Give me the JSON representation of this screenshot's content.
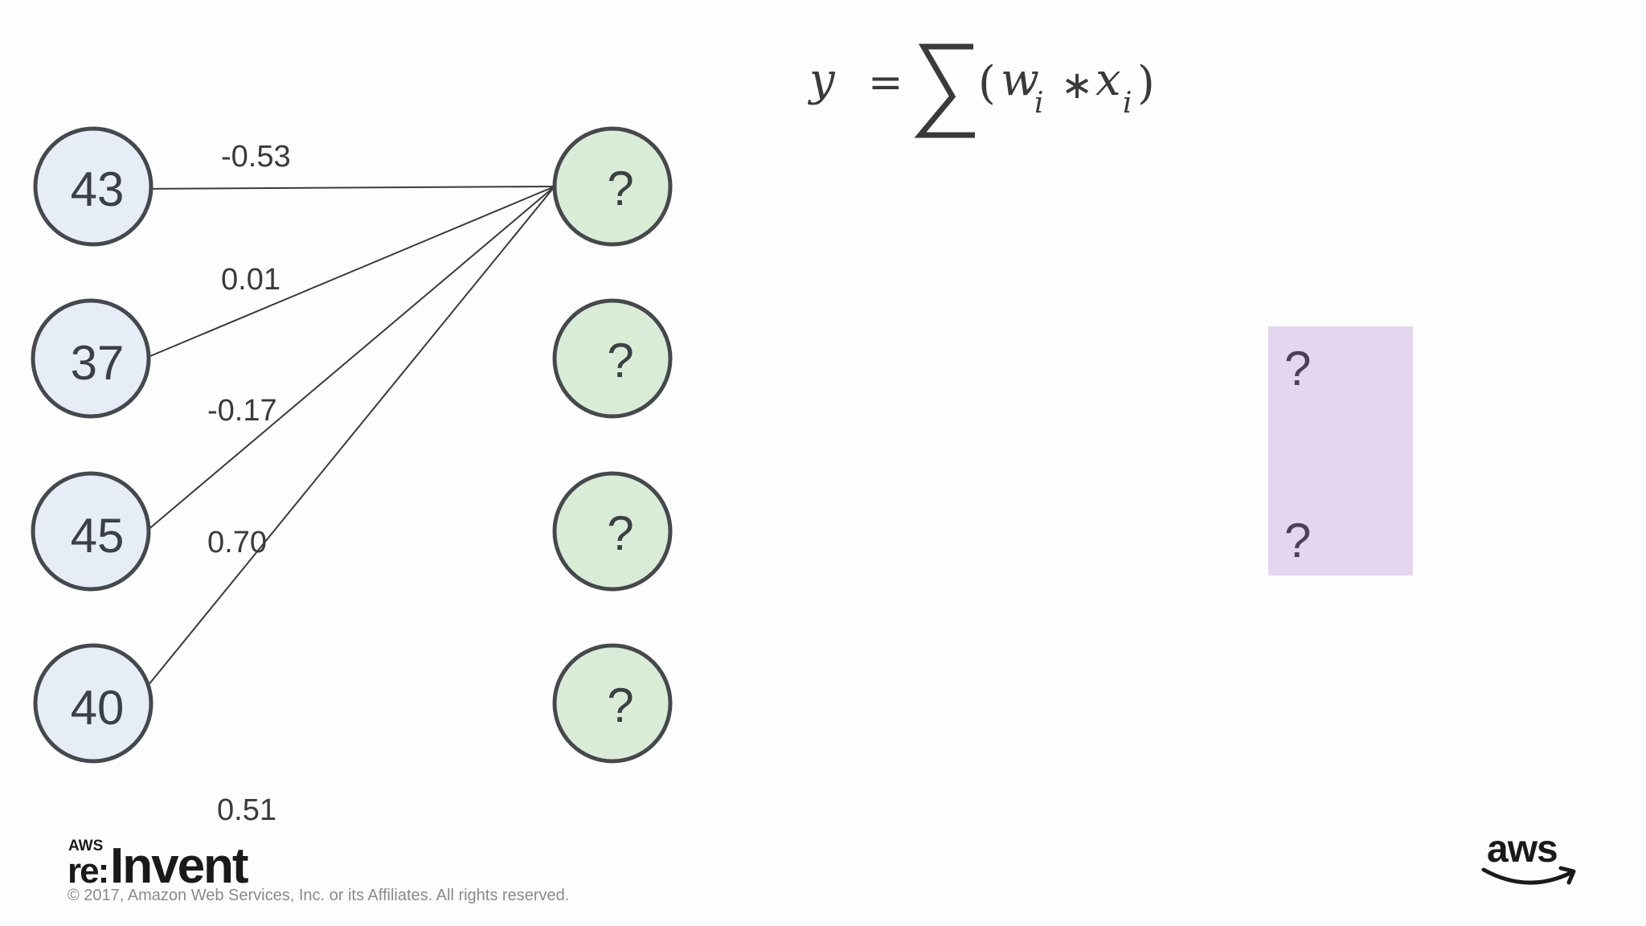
{
  "formula": {
    "y": "y",
    "equals": "=",
    "open_paren": "(",
    "w": "w",
    "w_sub": "i",
    "times": "∗",
    "x": "x",
    "x_sub": "i",
    "close_paren": ")"
  },
  "inputs": [
    "43",
    "37",
    "45",
    "40"
  ],
  "hidden": [
    "?",
    "?",
    "?",
    "?"
  ],
  "weights": [
    "-0.53",
    "0.01",
    "-0.17",
    "0.70",
    "0.51"
  ],
  "output": [
    "?",
    "?"
  ],
  "colors": {
    "input_fill": "#e6edf7",
    "hidden_fill": "#d8ecd6",
    "node_stroke": "#45484d",
    "output_fill": "#e3d6ee"
  },
  "footer": {
    "logo_small": "AWS",
    "logo_re": "re:",
    "logo_invent": "Invent",
    "copyright": "© 2017, Amazon Web Services, Inc. or its Affiliates. All rights reserved.",
    "aws": "aws"
  }
}
